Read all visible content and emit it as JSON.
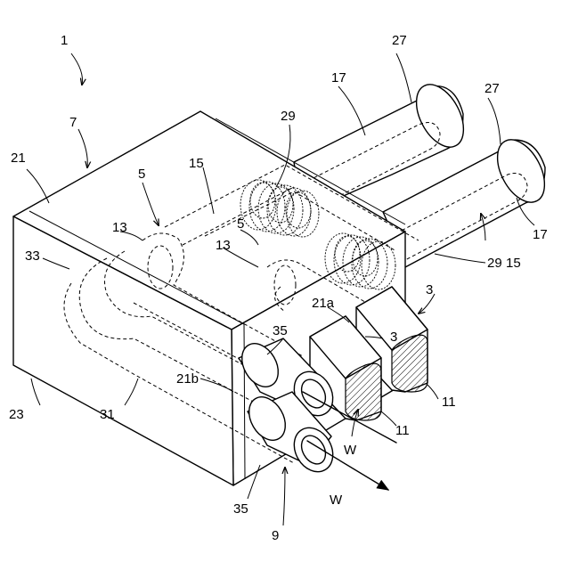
{
  "labels": {
    "assembly": "1",
    "housing": "7",
    "pipe_a": "27",
    "pipe_b": "27",
    "core_top": "17",
    "core_right": "17",
    "coil_top": "29",
    "coil_right": "29",
    "housing_top_face": "21",
    "front_face": "23",
    "loop_portion": "15",
    "loop_portion_right": "15",
    "inner_end_a": "5",
    "inner_end_b": "5",
    "bend_a": "13",
    "bend_b": "13",
    "u_bend": "33",
    "inner_tube": "31",
    "terminal_face_a": "21a",
    "terminal_face_b": "21b",
    "flat_conductor_a": "3",
    "flat_conductor_b": "3",
    "section_a": "11",
    "section_b": "11",
    "round_tube_top": "35",
    "round_tube_bottom": "35",
    "tube_unit": "9",
    "direction_a": "W",
    "direction_b": "W"
  }
}
